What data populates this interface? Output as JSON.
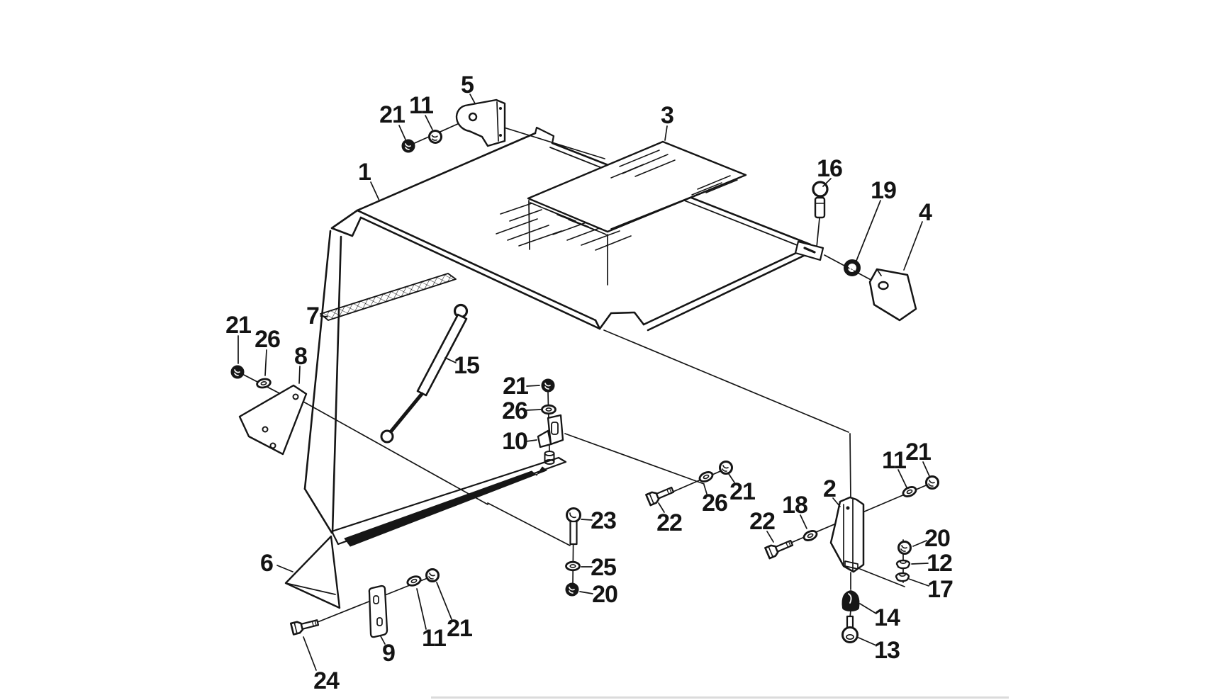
{
  "diagram": {
    "figure_type": "exploded parts diagram",
    "background_color": "#ffffff",
    "line_color": "#151515",
    "dark_fill_color": "#161616",
    "callouts": [
      {
        "label": "21"
      },
      {
        "label": "11"
      },
      {
        "label": "5"
      },
      {
        "label": "1"
      },
      {
        "label": "3"
      },
      {
        "label": "16"
      },
      {
        "label": "19"
      },
      {
        "label": "4"
      },
      {
        "label": "7"
      },
      {
        "label": "21"
      },
      {
        "label": "26"
      },
      {
        "label": "8"
      },
      {
        "label": "15"
      },
      {
        "label": "21"
      },
      {
        "label": "26"
      },
      {
        "label": "10"
      },
      {
        "label": "23"
      },
      {
        "label": "25"
      },
      {
        "label": "20"
      },
      {
        "label": "22"
      },
      {
        "label": "26"
      },
      {
        "label": "21"
      },
      {
        "label": "6"
      },
      {
        "label": "24"
      },
      {
        "label": "9"
      },
      {
        "label": "11"
      },
      {
        "label": "21"
      },
      {
        "label": "11"
      },
      {
        "label": "21"
      },
      {
        "label": "2"
      },
      {
        "label": "22"
      },
      {
        "label": "18"
      },
      {
        "label": "20"
      },
      {
        "label": "12"
      },
      {
        "label": "17"
      },
      {
        "label": "14"
      },
      {
        "label": "13"
      }
    ]
  }
}
